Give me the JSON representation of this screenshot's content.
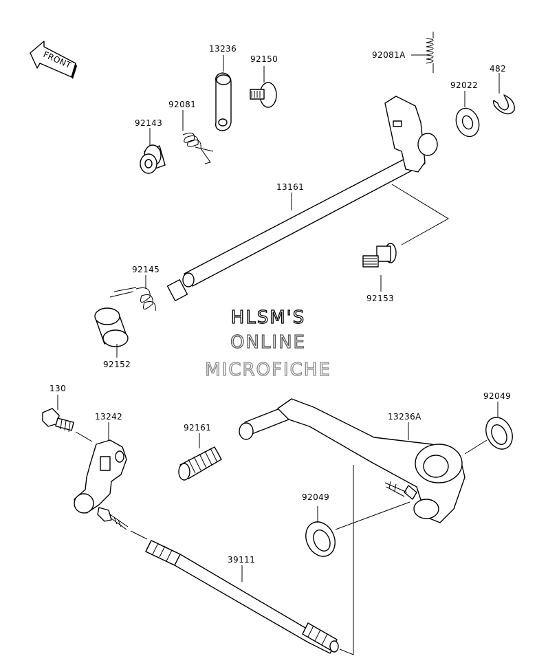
{
  "front_arrow": {
    "label": "FRONT",
    "icon": "front-arrow-icon"
  },
  "watermark": {
    "line1": "HLSM'S",
    "line2": "ONLINE",
    "line3": "MICROFICHE",
    "color1": "#000000",
    "color2": "#555555",
    "color3": "#888888"
  },
  "labels": {
    "p13236": "13236",
    "p92150": "92150",
    "p92081A": "92081A",
    "p482": "482",
    "p92022": "92022",
    "p92081": "92081",
    "p92143": "92143",
    "p13161": "13161",
    "p92145": "92145",
    "p92153": "92153",
    "p92152": "92152",
    "p130": "130",
    "p13242": "13242",
    "p92161": "92161",
    "p13236A": "13236A",
    "p92049a": "92049",
    "p92049b": "92049",
    "p39111": "39111"
  }
}
